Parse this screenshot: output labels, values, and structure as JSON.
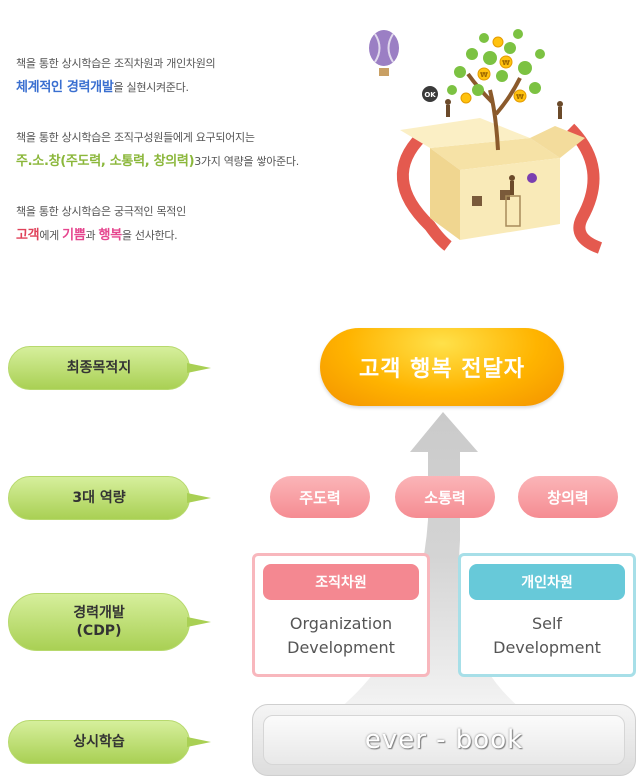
{
  "intro": {
    "p1_line1": "책을 통한 상시학습은 조직차원과 개인차원의",
    "p1_emph1": "체계적인 경력개발",
    "p1_rest": "을 실현시켜준다.",
    "p2_line1": "책을 통한 상시학습은 조직구성원들에게 요구되어지는",
    "p2_emph1": "주.소.창(주도력, 소통력, 창의력)",
    "p2_rest": "3가지 역량을 쌓아준다.",
    "p3_line1": "책을 통한 상시학습은 궁극적인 목적인",
    "p3_emph1": "고객",
    "p3_mid1": "에게 ",
    "p3_emph2": "기쁨",
    "p3_mid2": "과 ",
    "p3_emph3": "행복",
    "p3_rest": "을 선사한다."
  },
  "levels": {
    "final": "최종목적지",
    "capabilities": "3대 역량",
    "career_line1": "경력개발",
    "career_line2": "(CDP)",
    "learning": "상시학습"
  },
  "goal": "고객 행복 전달자",
  "capabilities": [
    "주도력",
    "소통력",
    "창의력"
  ],
  "org": {
    "title": "조직차원",
    "line1": "Organization",
    "line2": "Development"
  },
  "self": {
    "title": "개인차원",
    "line1": "Self",
    "line2": "Development"
  },
  "foundation": "ever - book",
  "illustration": {
    "ok_badge": "OK",
    "money_symbol": "₩"
  }
}
